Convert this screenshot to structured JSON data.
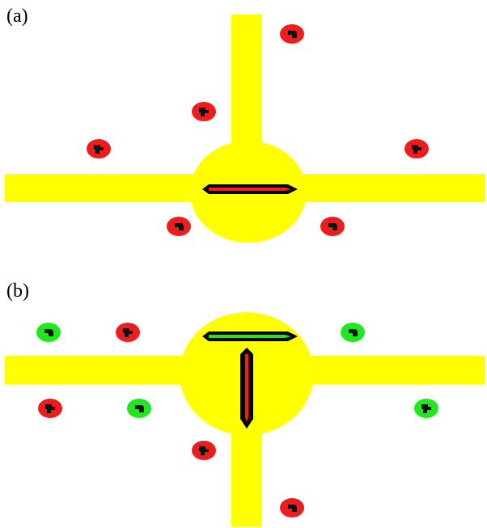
{
  "colors": {
    "road": "#ffff00",
    "red_pedestrian": "#ee1c1c",
    "green_pedestrian": "#22e61e",
    "glyph": "#111111",
    "arrow_outline": "#000000",
    "arrow_red": "#ff1a1a",
    "arrow_green": "#22e61e"
  },
  "panels": [
    {
      "label": "(a)"
    },
    {
      "label": "(b)"
    }
  ],
  "figure": {
    "panel_a": {
      "roads": [
        "west",
        "east",
        "north"
      ],
      "agents": [
        {
          "color": "red"
        },
        {
          "color": "red"
        },
        {
          "color": "red"
        },
        {
          "color": "red"
        },
        {
          "color": "red"
        },
        {
          "color": "red"
        }
      ],
      "arrows": [
        {
          "direction": "horizontal",
          "fill": "red"
        }
      ]
    },
    "panel_b": {
      "roads": [
        "west",
        "east",
        "south"
      ],
      "agents": [
        {
          "color": "green"
        },
        {
          "color": "red"
        },
        {
          "color": "green"
        },
        {
          "color": "red"
        },
        {
          "color": "green"
        },
        {
          "color": "green"
        },
        {
          "color": "red"
        },
        {
          "color": "red"
        }
      ],
      "arrows": [
        {
          "direction": "horizontal",
          "fill": "green"
        },
        {
          "direction": "vertical",
          "fill": "red"
        }
      ]
    }
  }
}
